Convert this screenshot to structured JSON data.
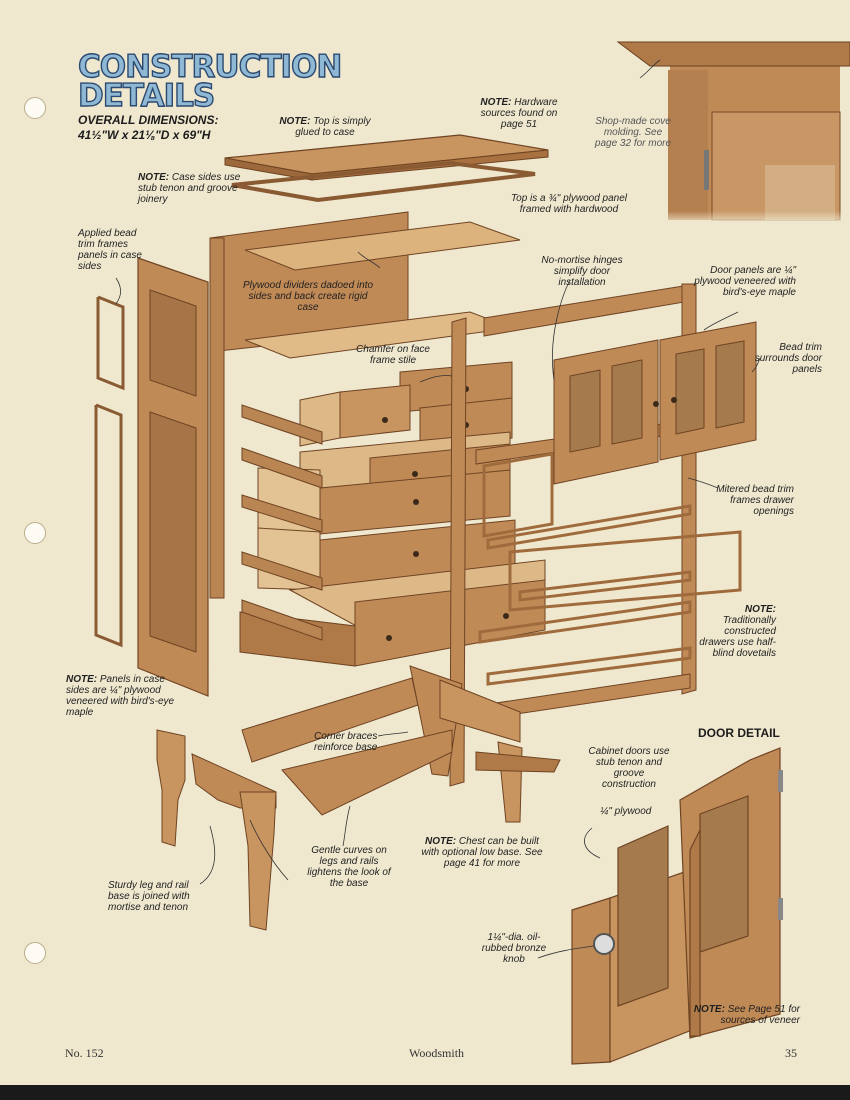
{
  "title": {
    "line1": "CONSTRUCTION",
    "line2": "DETAILS"
  },
  "overall": {
    "label": "OVERALL DIMENSIONS:",
    "value": "41½\"W x 21⅛\"D x 69\"H"
  },
  "notes": {
    "top_glued": {
      "lead": "NOTE:",
      "text": "Top is simply glued to case"
    },
    "hardware": {
      "lead": "NOTE:",
      "text": "Hardware sources found on page 51"
    },
    "cove": "Shop-made cove molding. See page 32 for more",
    "case_sides": {
      "lead": "NOTE:",
      "text": "Case sides use stub tenon and groove joinery"
    },
    "top_panel": "Top is a ¾\" plywood panel framed with hardwood",
    "bead_trim_sides": "Applied bead trim frames panels in case sides",
    "no_mortise": "No-mortise hinges simplify door installation",
    "door_panels": "Door panels are ¼\" plywood veneered with bird's-eye maple",
    "plywood_dividers": "Plywood dividers dadoed into sides and back create rigid case",
    "chamfer": "Chamfer on face frame stile",
    "bead_trim_door": "Bead trim surrounds door panels",
    "mitered_bead": "Mitered bead trim frames drawer openings",
    "dovetails": {
      "lead": "NOTE:",
      "text": "Traditionally constructed drawers use half-blind dovetails"
    },
    "side_panels": {
      "lead": "NOTE:",
      "text": "Panels in case sides are ¼\" plywood veneered with bird's-eye maple"
    },
    "corner_braces": "Corner braces reinforce base",
    "cabinet_doors": "Cabinet doors use stub tenon and groove construction",
    "quarter_ply": "¼\" plywood",
    "gentle_curves": "Gentle curves on legs and rails lightens the look of the base",
    "low_base": {
      "lead": "NOTE:",
      "text": "Chest can be built with optional low base. See page 41 for more"
    },
    "leg_rail": "Sturdy leg and rail base is joined with mortise and tenon",
    "knob": "1¼\"-dia. oil-rubbed bronze knob",
    "veneer": {
      "lead": "NOTE:",
      "text": "See Page 51 for sources of veneer"
    }
  },
  "door_detail_title": "DOOR DETAIL",
  "footer": {
    "issue": "No. 152",
    "magazine": "Woodsmith",
    "page": "35"
  },
  "colors": {
    "paper": "#efe8cf",
    "wood": "#c8945f",
    "wood_dark": "#8a5a33",
    "veneer": "#a57a4d",
    "title_fill": "#8fb8d4",
    "title_stroke": "#2c4a70"
  }
}
